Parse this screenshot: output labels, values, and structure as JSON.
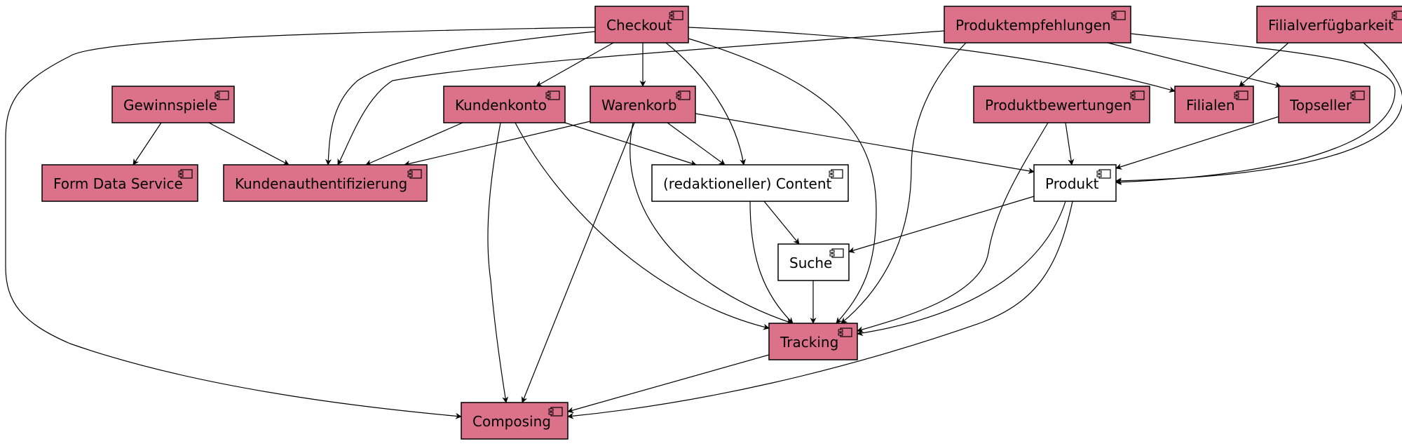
{
  "diagram": {
    "colors": {
      "highlight_fill": "#DC7289",
      "plain_fill": "#FFFFFF",
      "stroke": "#000000"
    },
    "icon": "uml-component-icon",
    "nodes": [
      {
        "id": "checkout",
        "label": "Checkout",
        "style": "highlight"
      },
      {
        "id": "produktempfehlungen",
        "label": "Produktempfehlungen",
        "style": "highlight"
      },
      {
        "id": "filialverfuegbarkeit",
        "label": "Filialverfügbarkeit",
        "style": "highlight"
      },
      {
        "id": "gewinnspiele",
        "label": "Gewinnspiele",
        "style": "highlight"
      },
      {
        "id": "kundenkonto",
        "label": "Kundenkonto",
        "style": "highlight"
      },
      {
        "id": "warenkorb",
        "label": "Warenkorb",
        "style": "highlight"
      },
      {
        "id": "produktbewertungen",
        "label": "Produktbewertungen",
        "style": "highlight"
      },
      {
        "id": "filialen",
        "label": "Filialen",
        "style": "highlight"
      },
      {
        "id": "topseller",
        "label": "Topseller",
        "style": "highlight"
      },
      {
        "id": "form-data-service",
        "label": "Form Data Service",
        "style": "highlight"
      },
      {
        "id": "kundenauthentifizierung",
        "label": "Kundenauthentifizierung",
        "style": "highlight"
      },
      {
        "id": "content",
        "label": "(redaktioneller) Content",
        "style": "plain"
      },
      {
        "id": "produkt",
        "label": "Produkt",
        "style": "plain"
      },
      {
        "id": "suche",
        "label": "Suche",
        "style": "plain"
      },
      {
        "id": "tracking",
        "label": "Tracking",
        "style": "highlight"
      },
      {
        "id": "composing",
        "label": "Composing",
        "style": "highlight"
      }
    ],
    "edges": [
      {
        "from": "checkout",
        "to": "composing"
      },
      {
        "from": "checkout",
        "to": "kundenauthentifizierung"
      },
      {
        "from": "checkout",
        "to": "kundenkonto"
      },
      {
        "from": "checkout",
        "to": "warenkorb"
      },
      {
        "from": "checkout",
        "to": "content"
      },
      {
        "from": "checkout",
        "to": "tracking"
      },
      {
        "from": "checkout",
        "to": "filialen"
      },
      {
        "from": "produktempfehlungen",
        "to": "kundenauthentifizierung"
      },
      {
        "from": "produktempfehlungen",
        "to": "tracking"
      },
      {
        "from": "produktempfehlungen",
        "to": "topseller"
      },
      {
        "from": "produktempfehlungen",
        "to": "produkt"
      },
      {
        "from": "filialverfuegbarkeit",
        "to": "filialen"
      },
      {
        "from": "filialverfuegbarkeit",
        "to": "produkt"
      },
      {
        "from": "gewinnspiele",
        "to": "form-data-service"
      },
      {
        "from": "gewinnspiele",
        "to": "kundenauthentifizierung"
      },
      {
        "from": "kundenkonto",
        "to": "kundenauthentifizierung"
      },
      {
        "from": "kundenkonto",
        "to": "content"
      },
      {
        "from": "kundenkonto",
        "to": "composing"
      },
      {
        "from": "kundenkonto",
        "to": "tracking"
      },
      {
        "from": "warenkorb",
        "to": "kundenauthentifizierung"
      },
      {
        "from": "warenkorb",
        "to": "content"
      },
      {
        "from": "warenkorb",
        "to": "produkt"
      },
      {
        "from": "warenkorb",
        "to": "composing"
      },
      {
        "from": "warenkorb",
        "to": "tracking"
      },
      {
        "from": "produktbewertungen",
        "to": "produkt"
      },
      {
        "from": "produktbewertungen",
        "to": "tracking"
      },
      {
        "from": "topseller",
        "to": "produkt"
      },
      {
        "from": "content",
        "to": "suche"
      },
      {
        "from": "content",
        "to": "tracking"
      },
      {
        "from": "produkt",
        "to": "suche"
      },
      {
        "from": "produkt",
        "to": "tracking"
      },
      {
        "from": "produkt",
        "to": "composing"
      },
      {
        "from": "suche",
        "to": "tracking"
      },
      {
        "from": "tracking",
        "to": "composing"
      }
    ]
  }
}
